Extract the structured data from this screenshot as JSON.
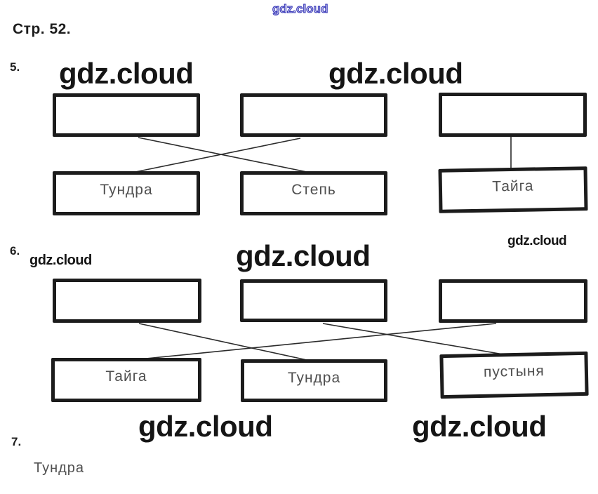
{
  "page": {
    "header_watermark": "gdz.cloud",
    "page_label": "Стр. 52."
  },
  "brand": "gdz.cloud",
  "colors": {
    "ink": "#1c1c1c",
    "answer_text": "#4f4f4f",
    "watermark_black": "#151515",
    "watermark_blue": "#2d2db5",
    "background": "#ffffff"
  },
  "task5": {
    "number": "5.",
    "top_boxes": [
      "",
      "",
      ""
    ],
    "bottom_labels": [
      "Тундра",
      "Степь",
      "Тайга"
    ],
    "connections": [
      {
        "from": "top-1",
        "to": "bottom-2"
      },
      {
        "from": "top-2",
        "to": "bottom-1"
      },
      {
        "from": "top-3",
        "to": "bottom-3"
      }
    ]
  },
  "task6": {
    "number": "6.",
    "top_boxes": [
      "",
      "",
      ""
    ],
    "bottom_labels": [
      "Тайга",
      "Тундра",
      "пустыня"
    ],
    "connections": [
      {
        "from": "top-1",
        "to": "bottom-2"
      },
      {
        "from": "top-2",
        "to": "bottom-3"
      },
      {
        "from": "top-3",
        "to": "bottom-1"
      }
    ]
  },
  "task7": {
    "number": "7.",
    "answer": "Тундра"
  }
}
